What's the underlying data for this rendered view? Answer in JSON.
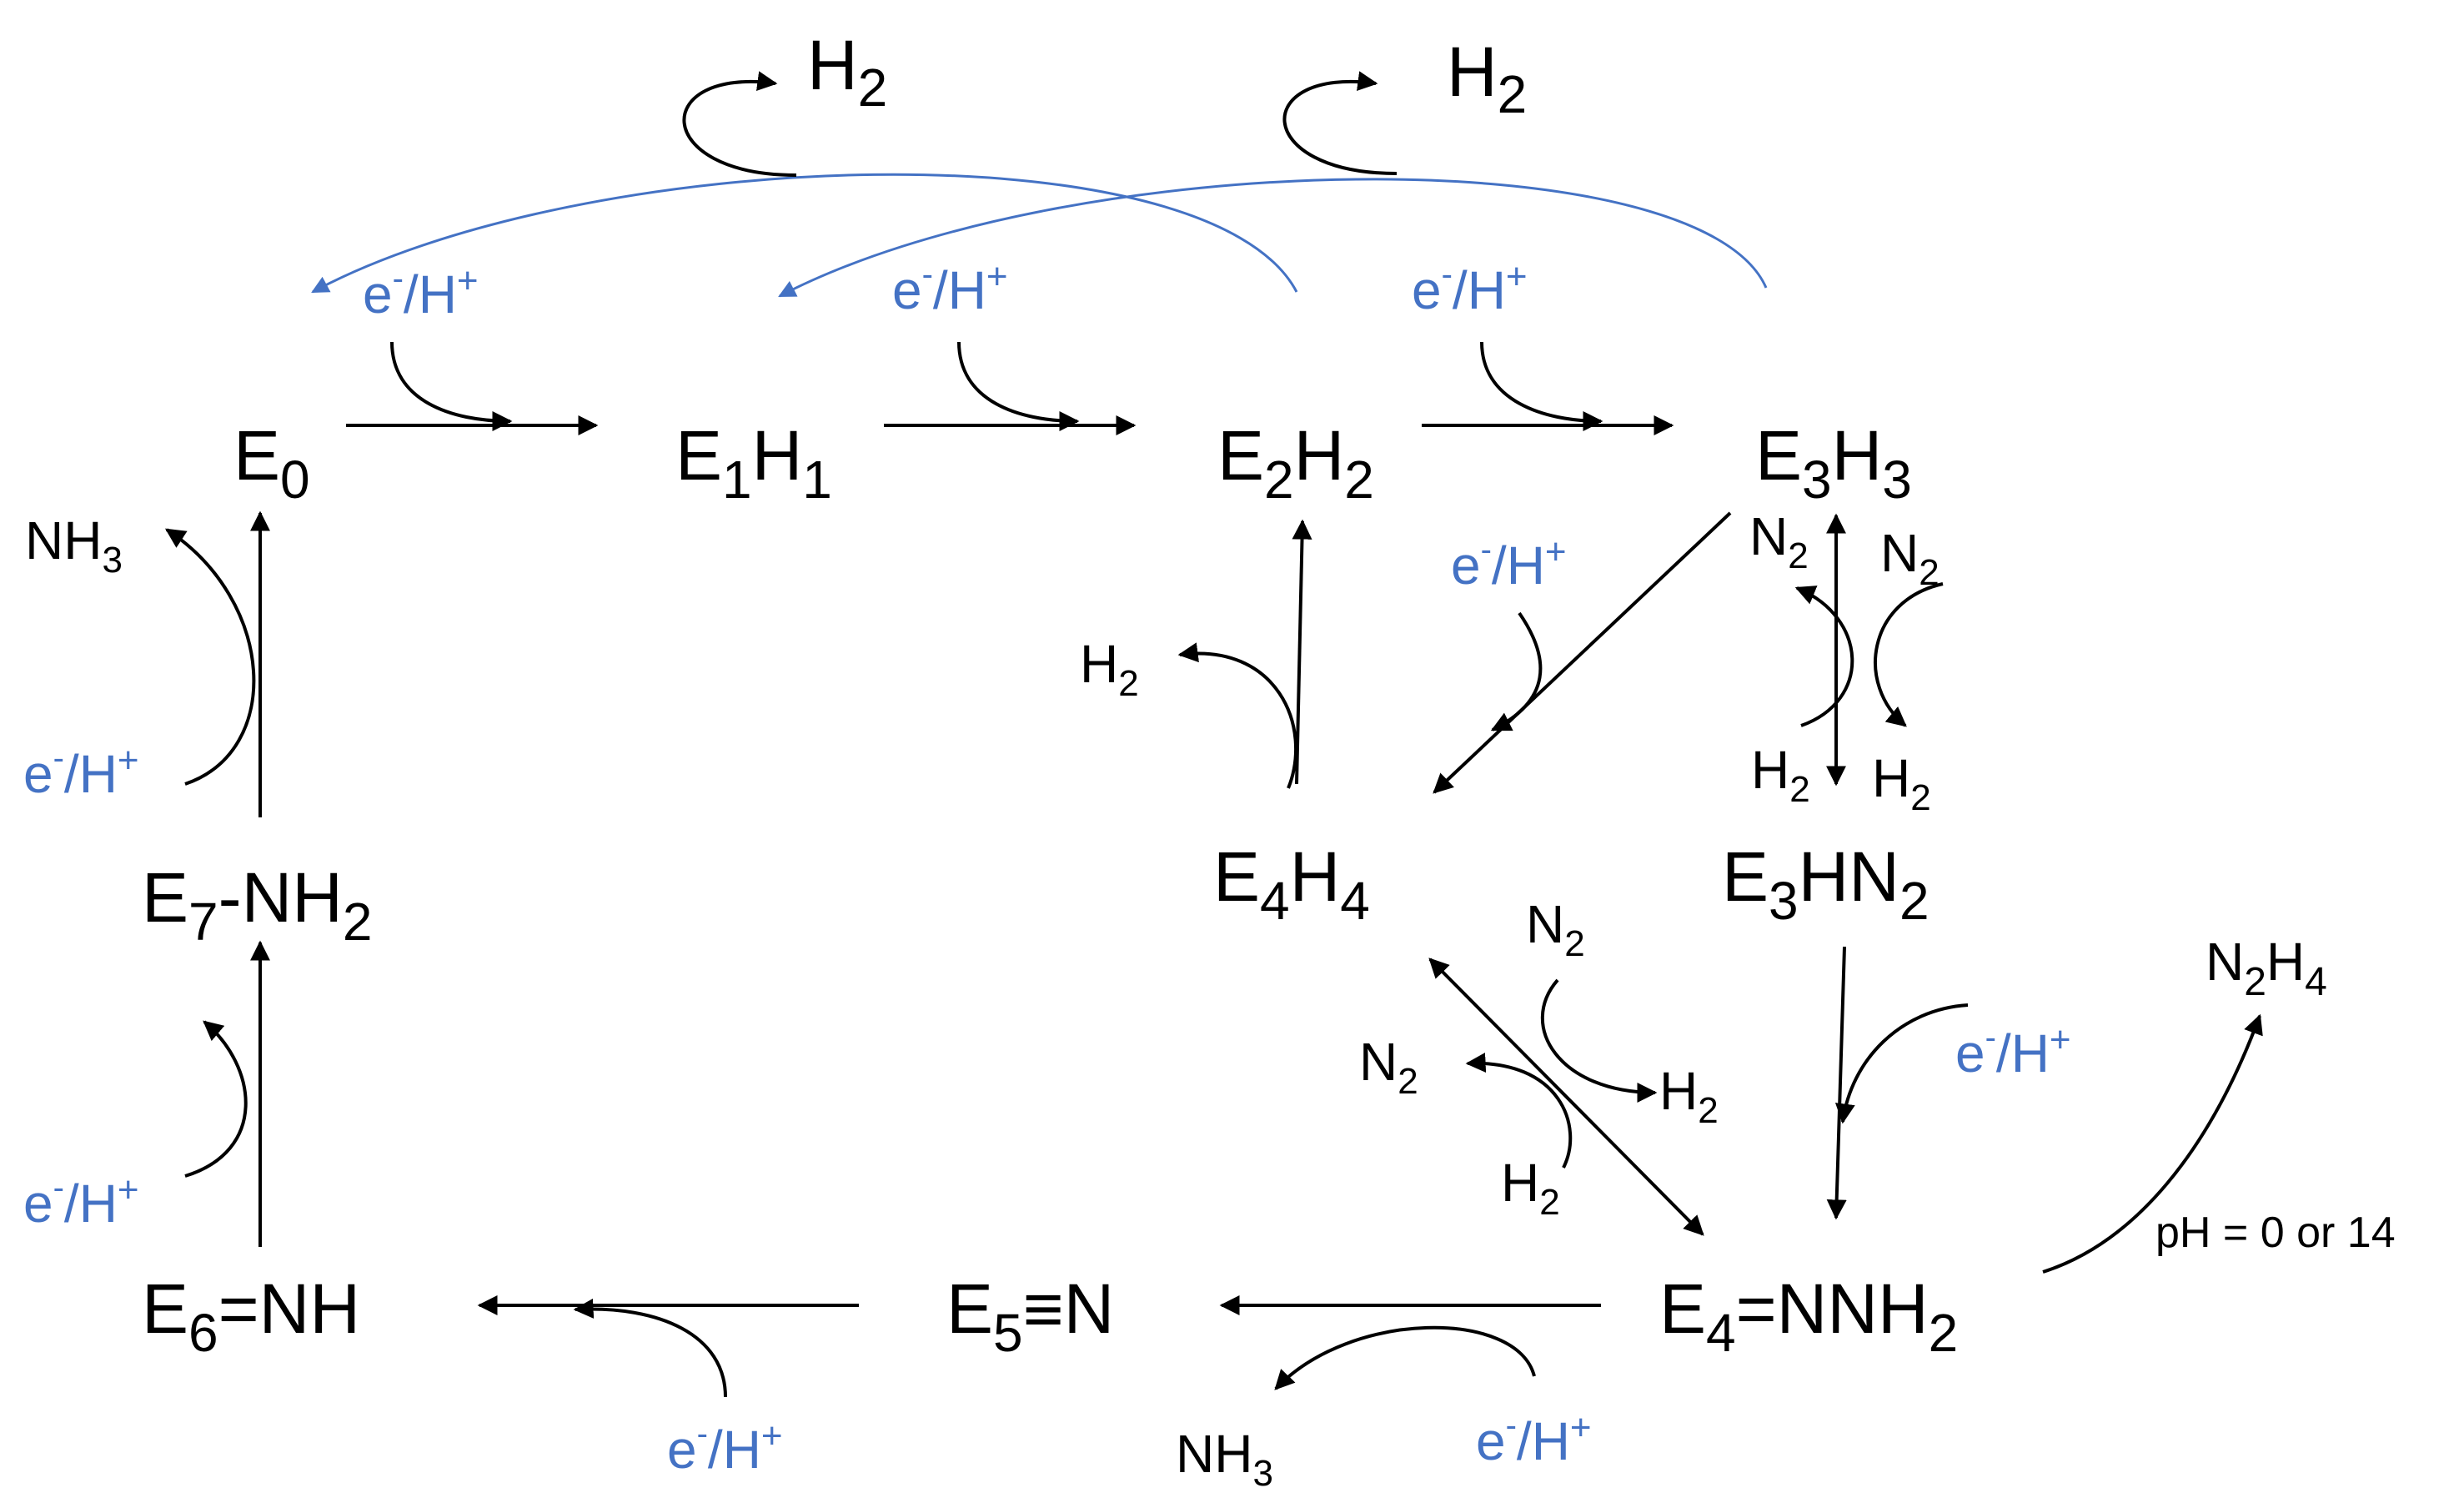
{
  "colors": {
    "reaction_arrow": "#000000",
    "electron_transfer": "#4472c4",
    "background": "#ffffff"
  },
  "states": {
    "e0": {
      "base": "E",
      "sub": "0",
      "tail": ""
    },
    "e1h1": {
      "parts": [
        {
          "t": "E"
        },
        {
          "s": "1"
        },
        {
          "t": "H"
        },
        {
          "s": "1"
        }
      ]
    },
    "e2h2": {
      "parts": [
        {
          "t": "E"
        },
        {
          "s": "2"
        },
        {
          "t": "H"
        },
        {
          "s": "2"
        }
      ]
    },
    "e3h3": {
      "parts": [
        {
          "t": "E"
        },
        {
          "s": "3"
        },
        {
          "t": "H"
        },
        {
          "s": "3"
        }
      ]
    },
    "e4h4": {
      "parts": [
        {
          "t": "E"
        },
        {
          "s": "4"
        },
        {
          "t": "H"
        },
        {
          "s": "4"
        }
      ]
    },
    "e3hn2": {
      "parts": [
        {
          "t": "E"
        },
        {
          "s": "3"
        },
        {
          "t": "HN"
        },
        {
          "s": "2"
        }
      ]
    },
    "e4nnh2": {
      "parts": [
        {
          "t": "E"
        },
        {
          "s": "4"
        },
        {
          "t": "=NNH"
        },
        {
          "s": "2"
        }
      ]
    },
    "e5n": {
      "parts": [
        {
          "t": "E"
        },
        {
          "s": "5"
        },
        {
          "t": "≡N"
        }
      ]
    },
    "e6nh": {
      "parts": [
        {
          "t": "E"
        },
        {
          "s": "6"
        },
        {
          "t": "=NH"
        }
      ]
    },
    "e7nh2": {
      "parts": [
        {
          "t": "E"
        },
        {
          "s": "7"
        },
        {
          "t": "-NH"
        },
        {
          "s": "2"
        }
      ]
    }
  },
  "labels": {
    "e_transfer": {
      "e": "e",
      "minus": "-",
      "mid": "/H",
      "plus": "+"
    },
    "h2": {
      "base": "H",
      "sub": "2"
    },
    "n2": {
      "base": "N",
      "sub": "2"
    },
    "nh3": {
      "base": "NH",
      "sub": "3"
    },
    "n2h4": {
      "parts": [
        {
          "t": "N"
        },
        {
          "s": "2"
        },
        {
          "t": "H"
        },
        {
          "s": "4"
        }
      ]
    },
    "ph_note": "pH = 0 or 14"
  }
}
